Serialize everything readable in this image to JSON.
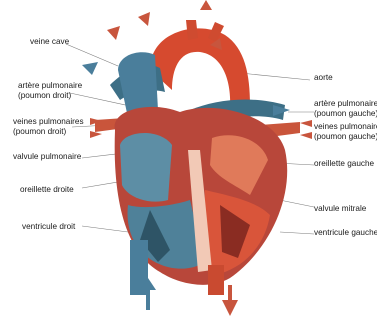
{
  "diagram": {
    "labels": {
      "veine_cave": "veine cave",
      "artere_pulmonaire_droit_1": "artère pulmonaire",
      "artere_pulmonaire_droit_2": "(poumon droit)",
      "veines_pulmonaires_droit_1": "veines pulmonaires",
      "veines_pulmonaires_droit_2": "(poumon droit)",
      "valvule_pulmonaire": "valvule pulmonaire",
      "oreillette_droite": "oreillette droite",
      "ventricule_droit": "ventricule droit",
      "aorte": "aorte",
      "artere_pulmonaire_gauche_1": "artère pulmonaire",
      "artere_pulmonaire_gauche_2": "(poumon gauche)",
      "veines_pulmonaires_gauche_1": "veines pulmonaires",
      "veines_pulmonaires_gauche_2": "(poumon gauche)",
      "oreillette_gauche": "oreillette gauche",
      "valvule_mitrale": "valvule mitrale",
      "ventricule_gauche": "ventricule gauche"
    },
    "colors": {
      "oxygenated": "#d9442b",
      "deoxygenated": "#3d6f86",
      "arrow_red": "#c8553d",
      "arrow_blue": "#4a7e9b",
      "leader_line": "#6b6b6b"
    }
  }
}
